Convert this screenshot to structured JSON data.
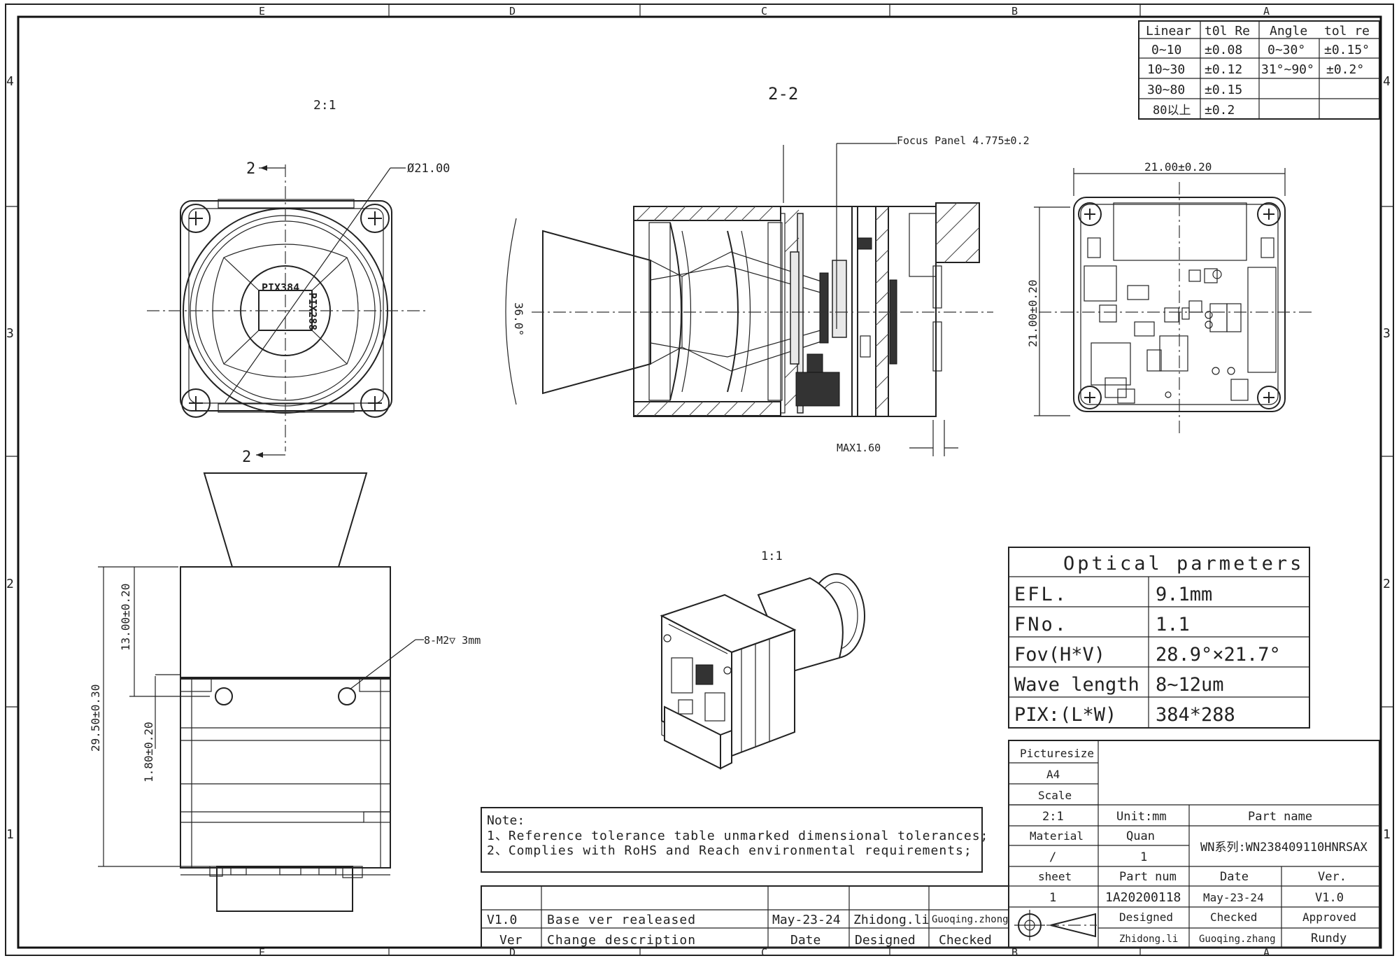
{
  "frame": {
    "col_labels": [
      "E",
      "D",
      "C",
      "B",
      "A"
    ],
    "row_labels": [
      "4",
      "3",
      "2",
      "1"
    ]
  },
  "tolerance_table": {
    "headers": [
      "Linear",
      "t0l Re",
      "Angle",
      "tol re"
    ],
    "rows": [
      [
        "0~10",
        "±0.08",
        "0~30°",
        "±0.15°"
      ],
      [
        "10~30",
        "±0.12",
        "31°~90°",
        "±0.2°"
      ],
      [
        "30~80",
        "±0.15",
        "",
        ""
      ],
      [
        "80以上",
        "±0.2",
        "",
        ""
      ]
    ]
  },
  "views": {
    "front_scale": "2:1",
    "section_title": "2-2",
    "iso_scale": "1:1",
    "section_marker": "2",
    "front_diameter": "Ø21.00",
    "sensor_label_1": "PIX384",
    "sensor_label_2": "PIX288",
    "fov_angle": "36.0°",
    "focus_panel": "Focus Panel 4.775±0.2",
    "max_dim": "MAX1.60",
    "back_width": "21.00±0.20",
    "back_height": "21.00±0.20",
    "side_h1": "13.00±0.20",
    "side_total": "29.50±0.30",
    "side_h2": "1.80±0.20",
    "screw_note": "8-M2▽ 3mm"
  },
  "optical_table": {
    "title": "Optical parmeters",
    "rows": [
      [
        "EFL.",
        "9.1mm"
      ],
      [
        "FNo.",
        "1.1"
      ],
      [
        "Fov(H*V)",
        "28.9°×21.7°"
      ],
      [
        "Wave length",
        "8~12um"
      ],
      [
        "PIX:(L*W)",
        "384*288"
      ]
    ]
  },
  "notes": {
    "title": "Note:",
    "line1": "1、Reference tolerance table unmarked dimensional tolerances;",
    "line2": "2、Complies with RoHS and Reach environmental requirements;"
  },
  "revision_table": {
    "row": [
      "V1.0",
      "Base ver realeased",
      "May-23-24",
      "Zhidong.li",
      "Guoqing.zhong"
    ],
    "headers": [
      "Ver",
      "Change description",
      "Date",
      "Designed",
      "Checked"
    ]
  },
  "title_block": {
    "picturesize_label": "Picturesize",
    "picturesize_value": "A4",
    "scale_label": "Scale",
    "scale_value": "2:1",
    "unit": "Unit:mm",
    "part_name_label": "Part name",
    "material_label": "Material",
    "material_value": "/",
    "quan_label": "Quan",
    "quan_value": "1",
    "part_name_value": "WN系列:WN238409110HNRSAX",
    "sheet_label": "sheet",
    "sheet_value": "1",
    "part_num_label": "Part num",
    "part_num_value": "1A20200118",
    "date_label": "Date",
    "date_value": "May-23-24",
    "ver_label": "Ver.",
    "ver_value": "V1.0",
    "designed_label": "Designed",
    "designed_value": "Zhidong.li",
    "checked_label": "Checked",
    "checked_value": "Guoqing.zhang",
    "approved_label": "Approved",
    "approved_value": "Rundy"
  }
}
